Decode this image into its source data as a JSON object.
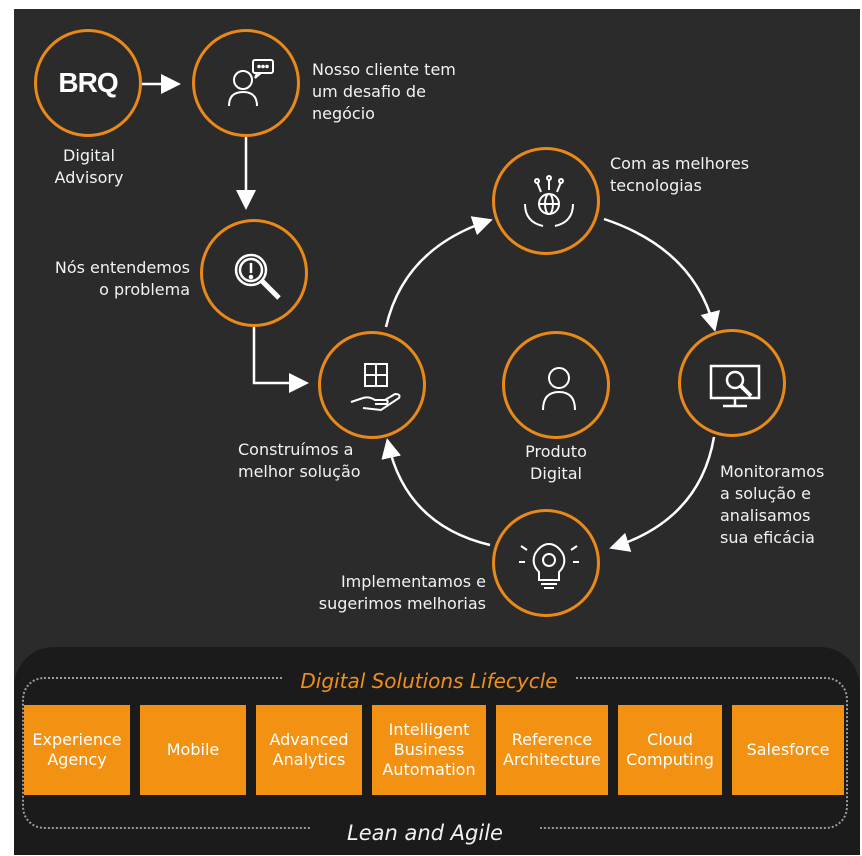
{
  "logo": {
    "text": "BRQ"
  },
  "labels": {
    "digital_advisory": "Digital\nAdvisory",
    "cliente": "Nosso cliente tem\num desafio de\nnegócio",
    "entendemos": "Nós entendemos\no problema",
    "tecnologias": "Com as melhores\ntecnologias",
    "construimos": "Construímos a\nmelhor solução",
    "produto": "Produto\nDigital",
    "monitoramos": "Monitoramos\na solução e\nanalisamos\nsua eficácia",
    "implementamos": "Implementamos e\nsugerimos melhorias"
  },
  "lifecycle": {
    "title": "Digital Solutions Lifecycle",
    "footer": "Lean and Agile",
    "boxes": [
      "Experience\nAgency",
      "Mobile",
      "Advanced\nAnalytics",
      "Intelligent\nBusiness\nAutomation",
      "Reference\nArchitecture",
      "Cloud\nComputing",
      "Salesforce"
    ]
  },
  "colors": {
    "accent": "#E8891A",
    "box": "#F29112",
    "background": "#2B2B2B",
    "band": "#1B1B1B"
  }
}
